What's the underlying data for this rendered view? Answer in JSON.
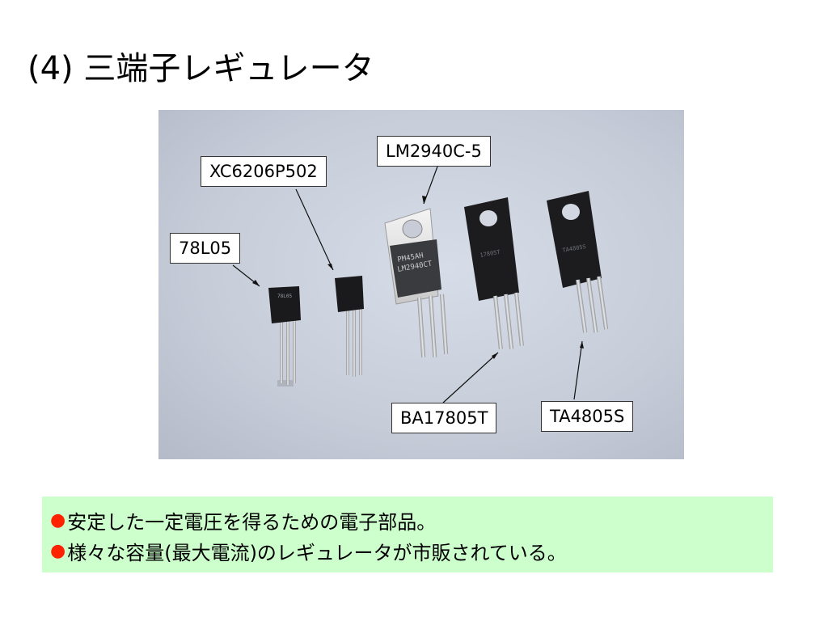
{
  "slide": {
    "title": "(4) 三端子レギュレータ"
  },
  "photo": {
    "labels": {
      "l78l05": "78L05",
      "xc6206": "XC6206P502",
      "lm2940": "LM2940C-5",
      "ba17805": "BA17805T",
      "ta4805": "TA4805S"
    }
  },
  "notes": {
    "bullet_char": "●",
    "bullet_color": "#ff2200",
    "lines": [
      "安定した一定電圧を得るための電子部品。",
      "様々な容量(最大電流)のレギュレータが市販されている。"
    ]
  }
}
